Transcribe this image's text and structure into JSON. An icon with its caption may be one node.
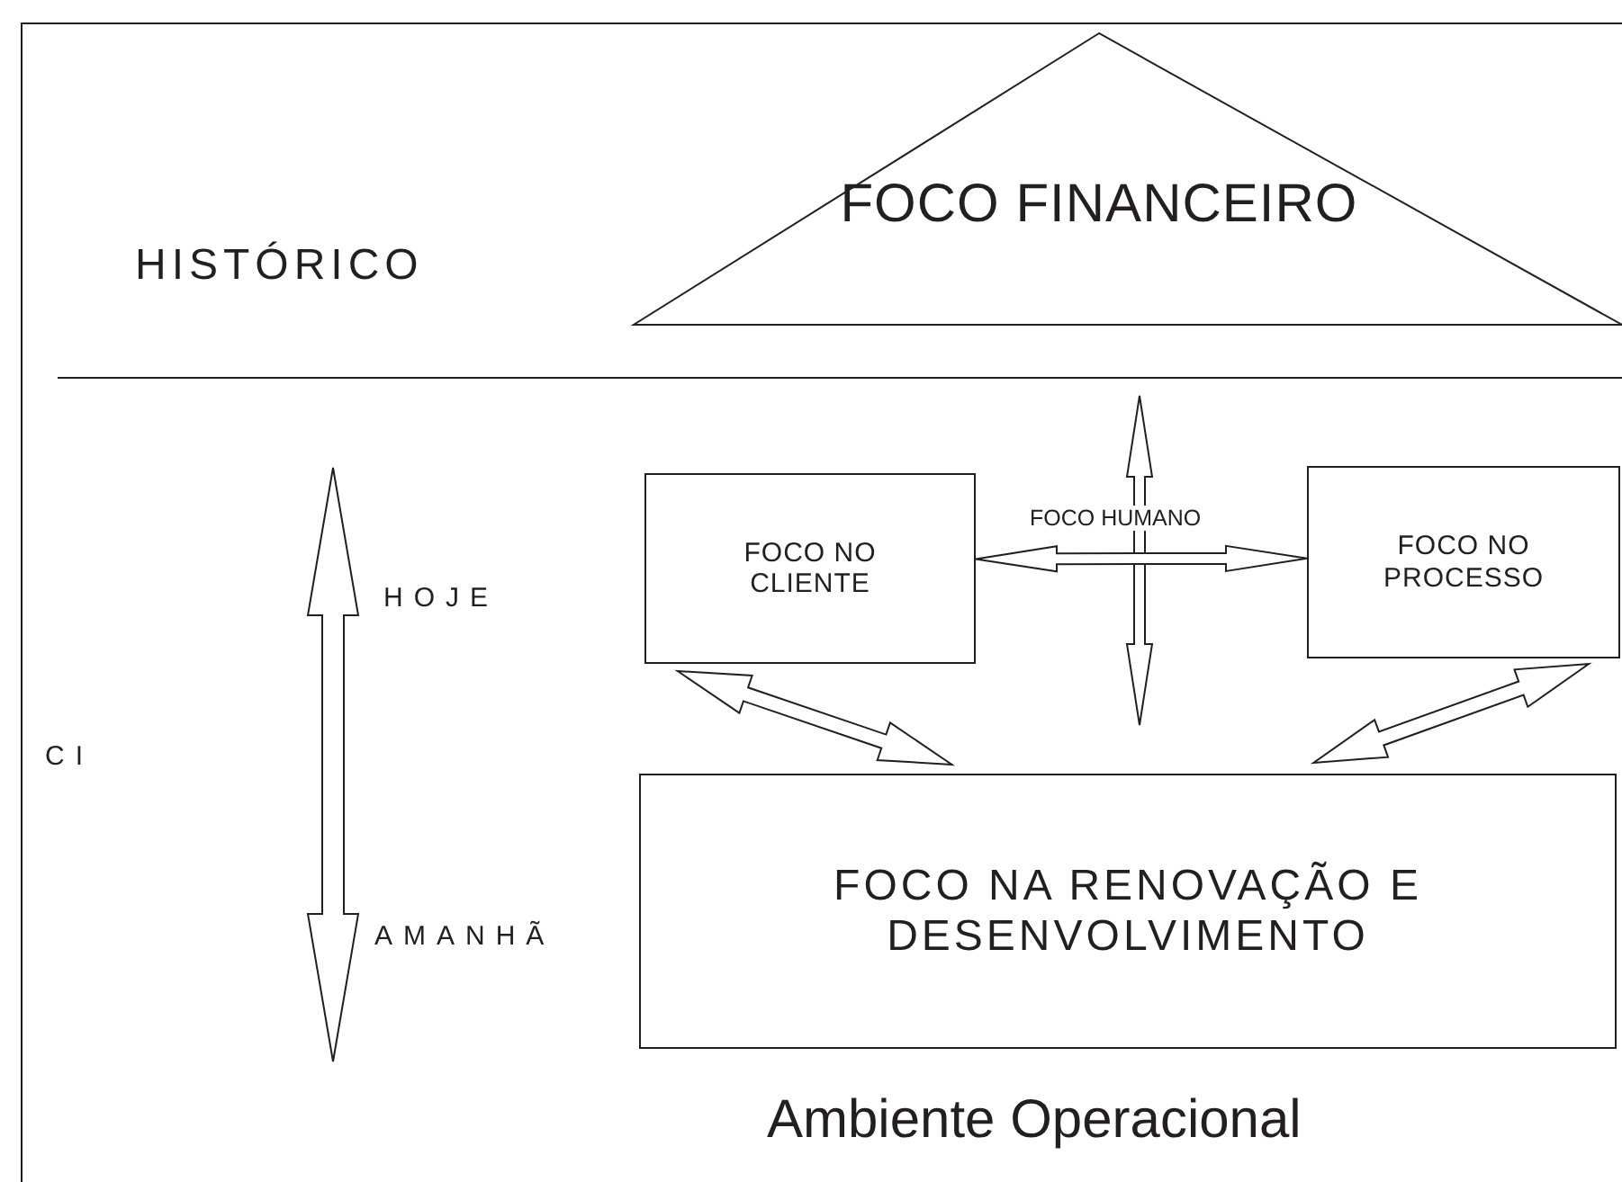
{
  "diagram": {
    "nodes": [
      {
        "text": [
          "FOCO FINANCEIRO"
        ]
      },
      {
        "text": [
          "FOCO NO CLIENTE"
        ]
      },
      {
        "text": [
          "FOCO NO PROCESSO"
        ]
      },
      {
        "text": [
          "FOCO NA RENOVAÇÃO E DESENVOLVIMENTO"
        ]
      }
    ],
    "edges": [
      {
        "from": 1,
        "to": 2,
        "arrow": "both",
        "label": "FOCO HUMANO"
      },
      {
        "from": 1,
        "to": 3,
        "arrow": "both"
      },
      {
        "from": 2,
        "to": 3,
        "arrow": "both"
      }
    ],
    "labels": [
      "HISTÓRICO",
      "HOJE",
      "CI",
      "AMANHÃ",
      "Ambiente Operacional"
    ]
  }
}
